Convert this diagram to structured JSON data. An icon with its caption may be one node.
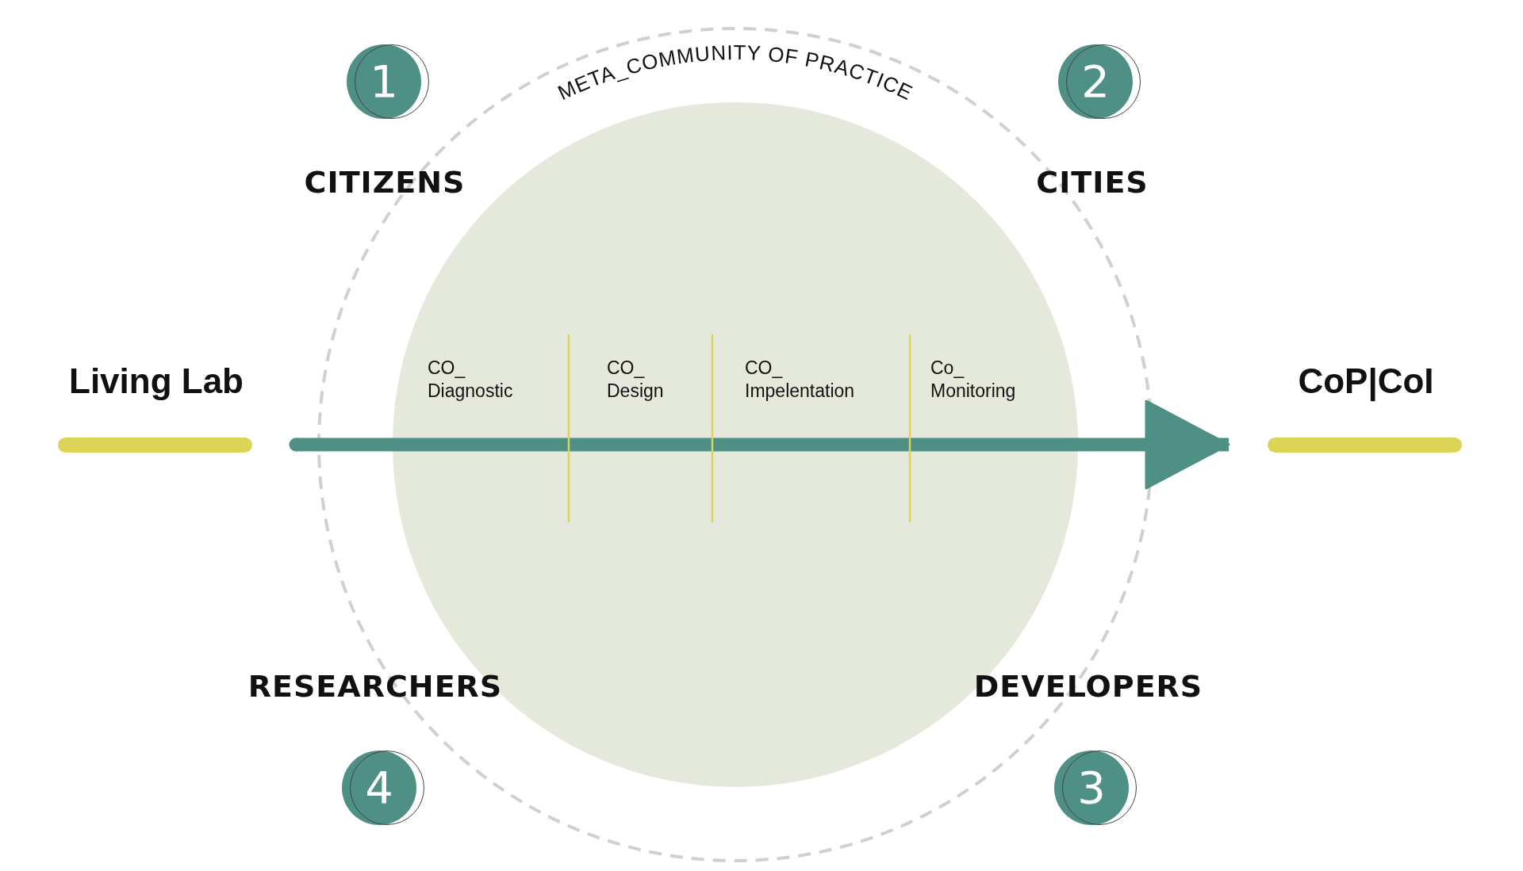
{
  "diagram": {
    "nodes": [
      {
        "text": [
          "META_COMMUNITY OF PRACTICE"
        ]
      },
      {
        "text": [
          "CO_ Diagnostic",
          "CO_ Design",
          "CO_ Impelentation",
          "Co_ Monitoring"
        ],
        "in": 0
      },
      {
        "text": [
          "1"
        ]
      },
      {
        "text": [
          "2"
        ]
      },
      {
        "text": [
          "4"
        ]
      },
      {
        "text": [
          "3"
        ]
      },
      {
        "text": [],
        "shape": "bar"
      },
      {
        "text": [],
        "shape": "bar"
      }
    ],
    "labels": [
      "CITIZENS",
      "CITIES",
      "Living Lab",
      "CoP|CoI",
      "RESEARCHERS",
      "DEVELOPERS"
    ]
  }
}
